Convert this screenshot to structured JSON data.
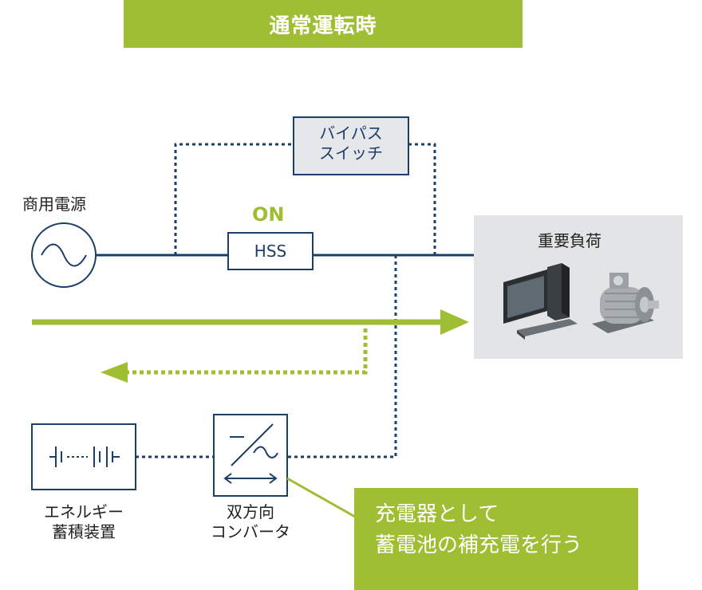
{
  "title": "通常運転時",
  "utility": {
    "label": "商用電源"
  },
  "bypass": {
    "line1": "バイパス",
    "line2": "スイッチ"
  },
  "hss": {
    "status": "ON",
    "label": "HSS"
  },
  "load": {
    "label": "重要負荷"
  },
  "storage": {
    "line1": "エネルギー",
    "line2": "蓄積装置"
  },
  "converter": {
    "line1": "双方向",
    "line2": "コンバータ"
  },
  "callout": {
    "line1": "充電器として",
    "line2": "蓄電池の補充電を行う"
  },
  "colors": {
    "accent_green": "#9fbe33",
    "navy": "#1d3e66",
    "panel_gray": "#e3e4e5",
    "bypass_fill": "#e5e7ea"
  }
}
